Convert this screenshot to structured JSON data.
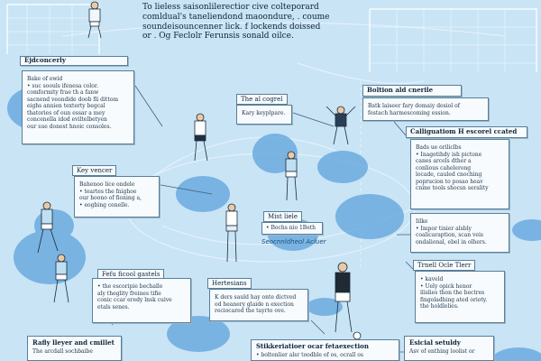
{
  "title": "To lieless saisonlilerectior cive colteporard\ncomldual's taneliendond maoondure, . coume\nsoundeisouncenner lick. f lockends doissed\nor . Og Feclolr Ferunsis sonald oilce.",
  "panels": {
    "left_top": {
      "title": "Ejdconcerly",
      "body": "Bake of ewid\n• suc soouls ifenesa color.\ncomformity frae th a fanw\nsacnend veondide doob fli dittom\neighs annien texterty begcal\nthatories of oun essar a mey\nconcenella idod eviltelbetyen\nour sue donest hnoic consoles."
    },
    "left_mid": {
      "title": "Key vencer",
      "body": "Bahenoo lice ondele\n• teartes the fnighoe\nour hoono of fioning a,\n• eogbing cenelle."
    },
    "left_low": {
      "title": "Fefu ficool gastels",
      "body": "• the escoripie bechalle\naly theglity freines tifie\nconic ccar eredy lnsk cuive\netals senes."
    },
    "left_bottom": {
      "title": "Rafly lleyer and cmillet",
      "body": "The arcdall sochbaibe"
    },
    "center_top": {
      "title": "The al cogrel",
      "body": "Kary keyplpare."
    },
    "right_top": {
      "title": "Boltion ald cnerile",
      "body": "Batk laiseer fary domaiy dosiol of\nfestach harmescoming ession."
    },
    "right_mid": {
      "title": "Calliguatiom H escorel ccated",
      "body": "Bads ue oriliclbs\n• Inagetihdy ish pictone\ncanes arcels dther a\nconlious cahelerong\nlocade, cauled cnoching\npoprucion to posao heav\ncnine tools shocsn serality"
    },
    "right_mid2": {
      "body": "Iilke\n• Impor tinier alsbly\ncoalicaraption, scan veis\nondalional, ebel in olhers."
    },
    "right_low": {
      "title": "Trnell Ocle Tlerr",
      "body": "• kaveld\n• Uely opick henor\nilislies thon the bectres\nfingoladhing ated orioty.\nthe holdlelies."
    },
    "right_bottom": {
      "title": "Esicial setuldy",
      "body": "Asv of enthing loolist or"
    },
    "center_mid": {
      "title": "Mist liele",
      "body": "• Bochs nio 1Beth"
    },
    "center_low": {
      "title": "Hertesians",
      "body": "K ders sauld hay onte dictved\nod heanery glaide n exection\nreciocared the tayrto ove."
    },
    "bottom_center": {
      "title": "Stikkeriatioer ocar fetaexection",
      "body": "• boltenlier alsr toodble of os, ocrall os"
    }
  },
  "handwritten": "Seocnnldheol Acluer",
  "colors": {
    "background": "#c9e4f5",
    "blob": "#5ea3dc",
    "blob_dark": "#2f7fc4",
    "line": "#e9f4fb",
    "ink": "#10263a"
  }
}
